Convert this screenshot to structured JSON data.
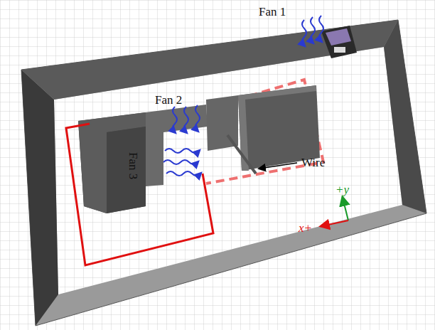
{
  "diagram": {
    "labels": [
      "Fan 1",
      "Fan 2",
      "Fan 3",
      "Wire",
      "+y",
      "x+"
    ]
  }
}
